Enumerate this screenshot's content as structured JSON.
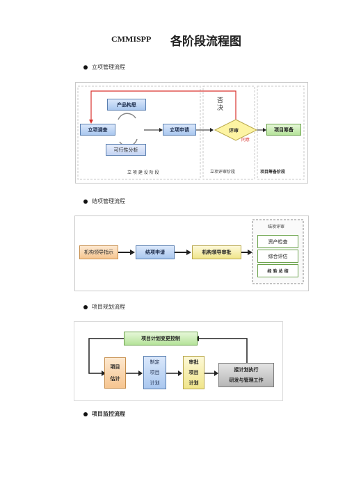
{
  "title": {
    "prefix": "CMMISPP",
    "main": "各阶段流程图"
  },
  "sections": [
    {
      "label": "立项管理流程"
    },
    {
      "label": "结项管理流程"
    },
    {
      "label": "项目规划流程"
    },
    {
      "label": "项目监控流程"
    }
  ],
  "fig1": {
    "box_chanpin": "产品构思",
    "box_diaocha": "立项调查",
    "box_kexing": "可行性分析",
    "box_shenqing": "立项申请",
    "box_pingshen": "评审",
    "box_choubei": "项目筹备",
    "reject_label": "否决",
    "agree_label": "同意",
    "stage1": "立 项 建 设 阶 段",
    "stage2": "立项评审阶段",
    "stage3": "项目筹备阶段"
  },
  "fig2": {
    "box_zhishi": "机构领导指示",
    "box_shenqing": "结项申请",
    "box_shenpi": "机构领导审批",
    "review_title": "结项评审",
    "review_items": [
      "资产检查",
      "综合评估",
      "经 验 总 结"
    ]
  },
  "fig3": {
    "box_control": "项目计划变更控制",
    "box_guji": [
      "项目",
      "估计"
    ],
    "box_zhiding": [
      "制定",
      "项目",
      "计划"
    ],
    "box_shenpi": [
      "审批",
      "项目",
      "计划"
    ],
    "box_execute": [
      "接计划执行",
      "研发与管理工作"
    ]
  }
}
